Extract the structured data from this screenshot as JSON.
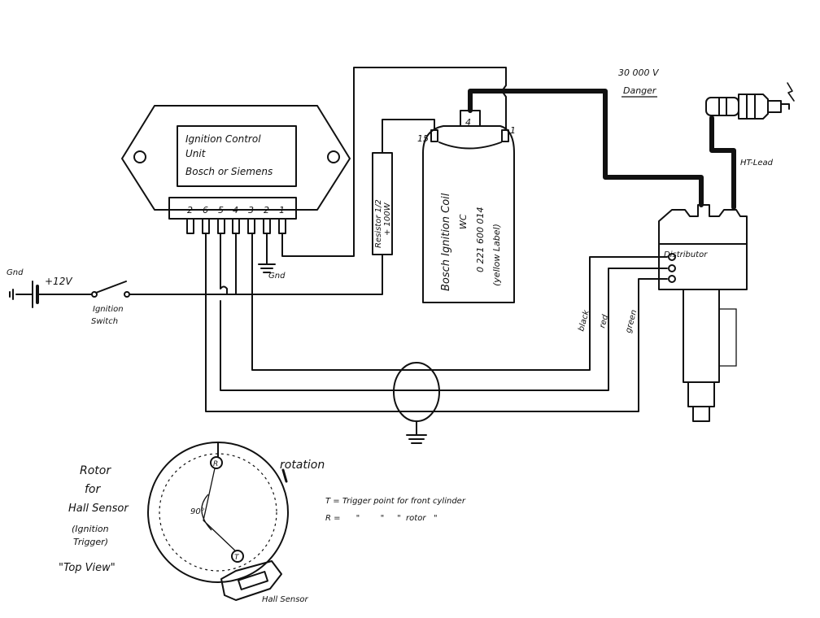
{
  "control_unit": {
    "title_line1": "Ignition Control",
    "title_line2": "Unit",
    "title_line3": "Bosch or Siemens",
    "pins": [
      "2",
      "6",
      "5",
      "4",
      "3",
      "2",
      "1"
    ]
  },
  "coil": {
    "label_line1": "Bosch Ignition Coil",
    "label_line2": "WC",
    "label_line3": "0 221 600 014",
    "label_line4": "(yellow Label)",
    "terminal_15": "15",
    "terminal_4": "4",
    "terminal_1": "1"
  },
  "resistor": {
    "label_line1": "Resistor 1/2",
    "label_line2": "+ 100W"
  },
  "battery": {
    "gnd": "Gnd",
    "voltage": "+12V"
  },
  "switch": {
    "label_line1": "Ignition",
    "label_line2": "Switch"
  },
  "ground_label": "Gnd",
  "danger": {
    "voltage": "30 000 V",
    "word": "Danger"
  },
  "ht_lead": "HT-Lead",
  "distributor": {
    "label": "Distributor"
  },
  "wires": {
    "black": "black",
    "red": "red",
    "green": "green"
  },
  "rotor": {
    "title_line1": "Rotor",
    "title_line2": "for",
    "title_line3": "Hall Sensor",
    "title_line4": "(Ignition",
    "title_line5": "Trigger)",
    "view": "\"Top View\"",
    "rotation": "rotation",
    "angle": "90°",
    "marker_r": "R",
    "marker_t": "T",
    "hall_sensor": "Hall Sensor"
  },
  "legend": {
    "line1": "T = Trigger point for front cylinder",
    "line2": "R =      \"        \"     \"  rotor   \""
  }
}
